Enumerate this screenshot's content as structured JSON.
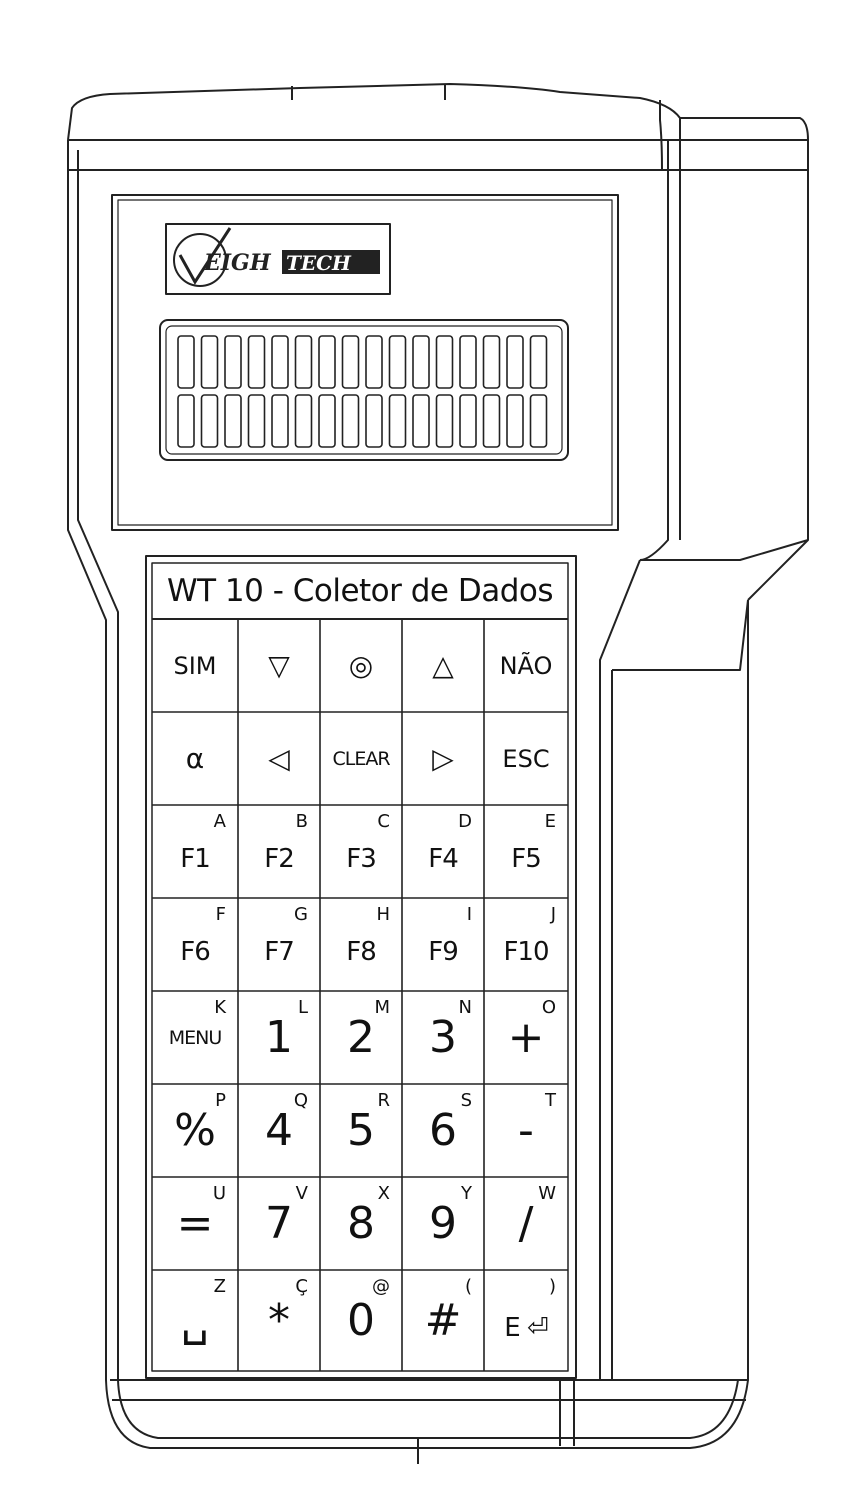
{
  "device": {
    "brand_logo": "WEIGHTECH",
    "keypad_title": "WT 10 - Coletor de Dados",
    "display_cells": 16
  },
  "keys": [
    {
      "main": "SIM",
      "sup": "",
      "name": "key-sim"
    },
    {
      "main": "▽",
      "sup": "",
      "name": "key-down"
    },
    {
      "main": "◎",
      "sup": "",
      "name": "key-weigh"
    },
    {
      "main": "△",
      "sup": "",
      "name": "key-up"
    },
    {
      "main": "NÃO",
      "sup": "",
      "name": "key-nao"
    },
    {
      "main": "α",
      "sup": "",
      "name": "key-alpha"
    },
    {
      "main": "◁",
      "sup": "",
      "name": "key-left"
    },
    {
      "main": "CLEAR",
      "sup": "",
      "name": "key-clear"
    },
    {
      "main": "▷",
      "sup": "",
      "name": "key-right"
    },
    {
      "main": "ESC",
      "sup": "",
      "name": "key-esc"
    },
    {
      "main": "F1",
      "sup": "A",
      "name": "key-f1"
    },
    {
      "main": "F2",
      "sup": "B",
      "name": "key-f2"
    },
    {
      "main": "F3",
      "sup": "C",
      "name": "key-f3"
    },
    {
      "main": "F4",
      "sup": "D",
      "name": "key-f4"
    },
    {
      "main": "F5",
      "sup": "E",
      "name": "key-f5"
    },
    {
      "main": "F6",
      "sup": "F",
      "name": "key-f6"
    },
    {
      "main": "F7",
      "sup": "G",
      "name": "key-f7"
    },
    {
      "main": "F8",
      "sup": "H",
      "name": "key-f8"
    },
    {
      "main": "F9",
      "sup": "I",
      "name": "key-f9"
    },
    {
      "main": "F10",
      "sup": "J",
      "name": "key-f10"
    },
    {
      "main": "MENU",
      "sup": "K",
      "name": "key-menu"
    },
    {
      "main": "1",
      "sup": "L",
      "name": "key-1"
    },
    {
      "main": "2",
      "sup": "M",
      "name": "key-2"
    },
    {
      "main": "3",
      "sup": "N",
      "name": "key-3"
    },
    {
      "main": "+",
      "sup": "O",
      "name": "key-plus"
    },
    {
      "main": "%",
      "sup": "P",
      "name": "key-percent"
    },
    {
      "main": "4",
      "sup": "Q",
      "name": "key-4"
    },
    {
      "main": "5",
      "sup": "R",
      "name": "key-5"
    },
    {
      "main": "6",
      "sup": "S",
      "name": "key-6"
    },
    {
      "main": "-",
      "sup": "T",
      "name": "key-minus"
    },
    {
      "main": "=",
      "sup": "U",
      "name": "key-equals"
    },
    {
      "main": "7",
      "sup": "V",
      "name": "key-7"
    },
    {
      "main": "8",
      "sup": "X",
      "name": "key-8"
    },
    {
      "main": "9",
      "sup": "Y",
      "name": "key-9"
    },
    {
      "main": "/",
      "sup": "W",
      "name": "key-slash"
    },
    {
      "main": "␣",
      "sup": "Z",
      "name": "key-space"
    },
    {
      "main": "*",
      "sup": "Ç",
      "name": "key-asterisk"
    },
    {
      "main": "0",
      "sup": "@",
      "name": "key-0"
    },
    {
      "main": "#",
      "sup": "(",
      "name": "key-hash"
    },
    {
      "main": "E ⏎",
      "sup": ")",
      "name": "key-enter"
    }
  ]
}
